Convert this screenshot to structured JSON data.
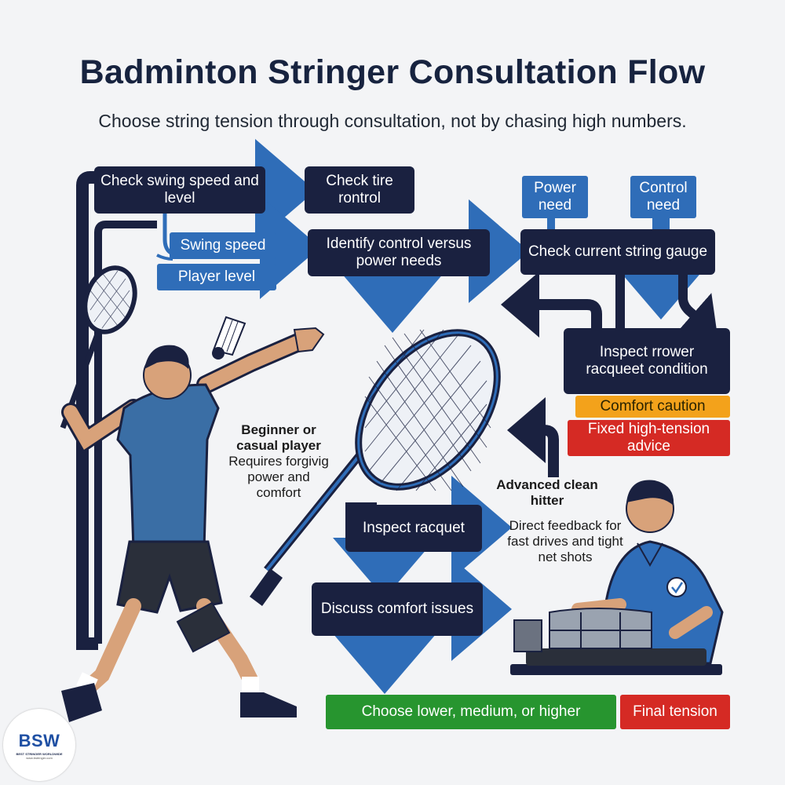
{
  "title": "Badminton Stringer Consultation Flow",
  "subtitle": "Choose string tension through consultation, not by chasing high numbers.",
  "colors": {
    "navy": "#1a2140",
    "blue": "#2f6db8",
    "orange": "#f3a21b",
    "red": "#d52a24",
    "green": "#27952f",
    "background": "#f3f4f6"
  },
  "nodes": {
    "check_swing": "Check swing speed and level",
    "check_tire": "Check tire rontrol",
    "power_need": "Power need",
    "control_need": "Control need",
    "swing_speed": "Swing speed",
    "player_level": "Player level",
    "identify_needs": "Identify control versus power needs",
    "check_gauge": "Check current string gauge",
    "inspect_condition": "Inspect rrower racqueet condition",
    "comfort_caution": "Comfort caution",
    "fixed_advice": "Fixed high-tension advice",
    "inspect_racquet": "Inspect racquet",
    "discuss_comfort": "Discuss comfort issues",
    "choose_tension": "Choose lower, medium, or higher",
    "final_tension": "Final tension"
  },
  "labels": {
    "beginner_title": "Beginner or casual player",
    "beginner_desc": "Requires forgivig power and comfort",
    "advanced_title": "Advanced clean hitter",
    "advanced_desc": "Direct feedback for fast drives and tight net shots"
  },
  "logo": {
    "mark": "BSW",
    "tagline": "BEST STRINGER WORLDWIDE",
    "url": "www.bstringer.com"
  },
  "icons": [
    "racquet-icon",
    "shuttlecock-icon",
    "player-illustration",
    "stringer-illustration",
    "stringing-machine-icon",
    "checkmark-badge-icon"
  ]
}
